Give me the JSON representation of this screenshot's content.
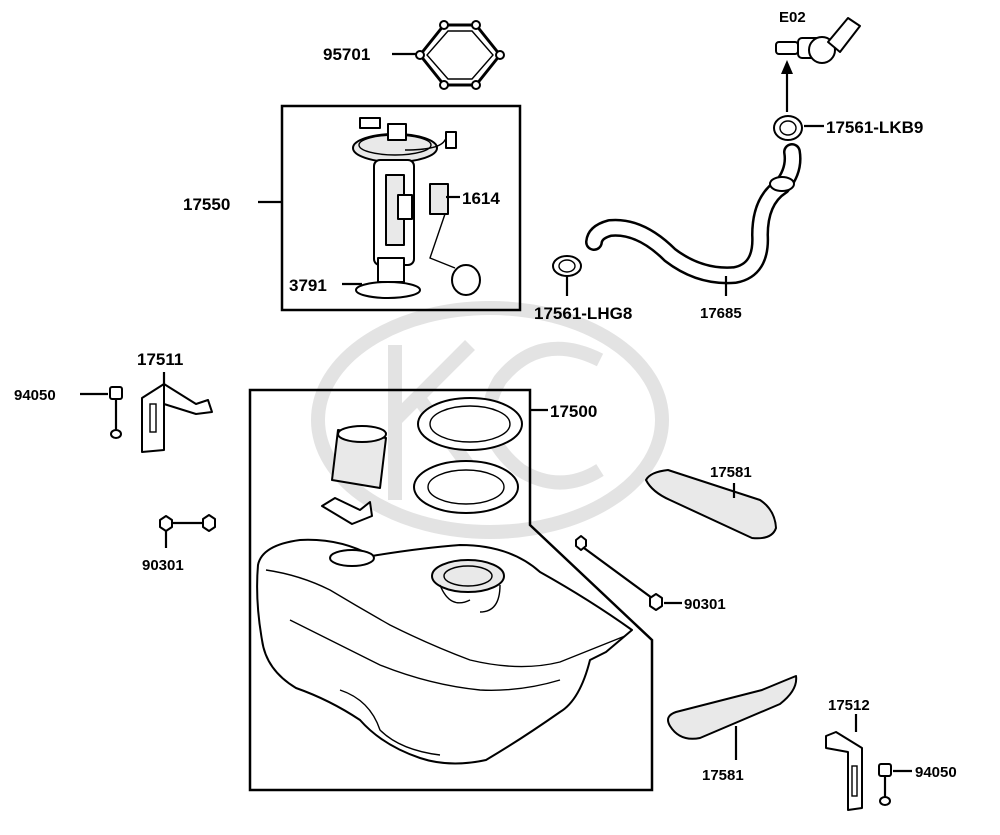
{
  "diagram": {
    "labels": {
      "p95701": "95701",
      "pE02": "E02",
      "p17561_lkb9": "17561-LKB9",
      "p17550": "17550",
      "p1614": "1614",
      "p3791": "3791",
      "p17561_lhg8": "17561-LHG8",
      "p17685": "17685",
      "p17511": "17511",
      "p94050_left": "94050",
      "p17500": "17500",
      "p17581_top": "17581",
      "p90301_left": "90301",
      "p90301_right": "90301",
      "p17512": "17512",
      "p17581_bottom": "17581",
      "p94050_right": "94050"
    }
  }
}
